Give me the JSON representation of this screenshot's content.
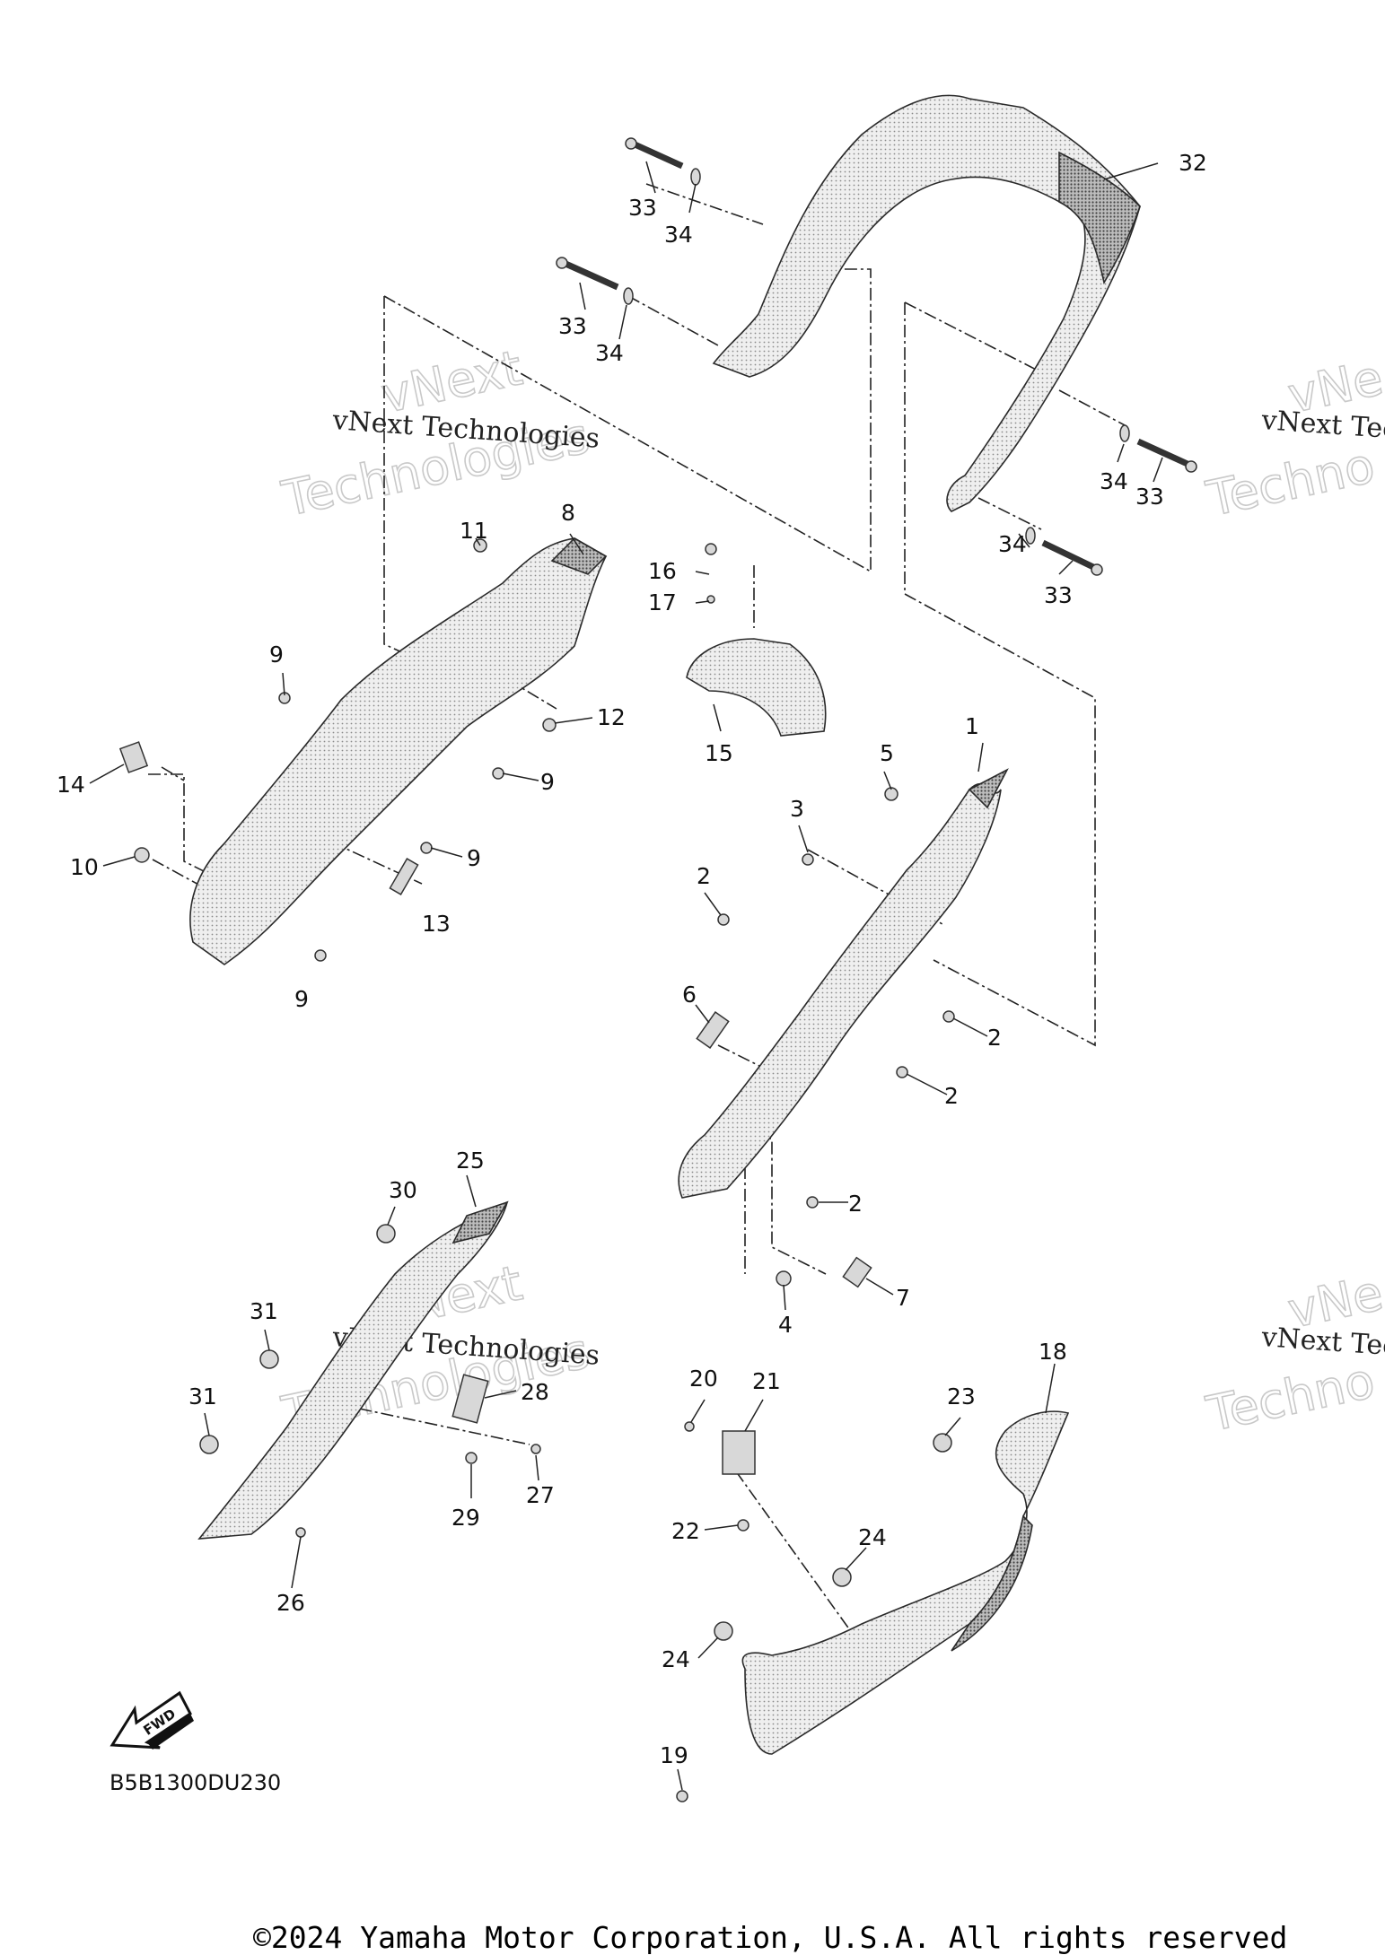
{
  "watermark": {
    "line1": "vNext Technologies",
    "big_word1": "vNext",
    "big_word2": "Technologies",
    "right_line1": "vNext Tec",
    "right_word1": "vNe",
    "right_word2": "Techno"
  },
  "callouts": {
    "c1": "1",
    "c2": "2",
    "c3": "3",
    "c4": "4",
    "c5": "5",
    "c6": "6",
    "c7": "7",
    "c8": "8",
    "c9": "9",
    "c10": "10",
    "c11": "11",
    "c12": "12",
    "c13": "13",
    "c14": "14",
    "c15": "15",
    "c16": "16",
    "c17": "17",
    "c18": "18",
    "c19": "19",
    "c20": "20",
    "c21": "21",
    "c22": "22",
    "c23": "23",
    "c24": "24",
    "c25": "25",
    "c26": "26",
    "c27": "27",
    "c28": "28",
    "c29": "29",
    "c30": "30",
    "c31": "31",
    "c32": "32",
    "c33": "33",
    "c34": "34"
  },
  "fwd_label": "FWD",
  "diagram_code": "B5B1300DU230",
  "copyright": "©2024 Yamaha Motor Corporation, U.S.A. All rights reserved"
}
